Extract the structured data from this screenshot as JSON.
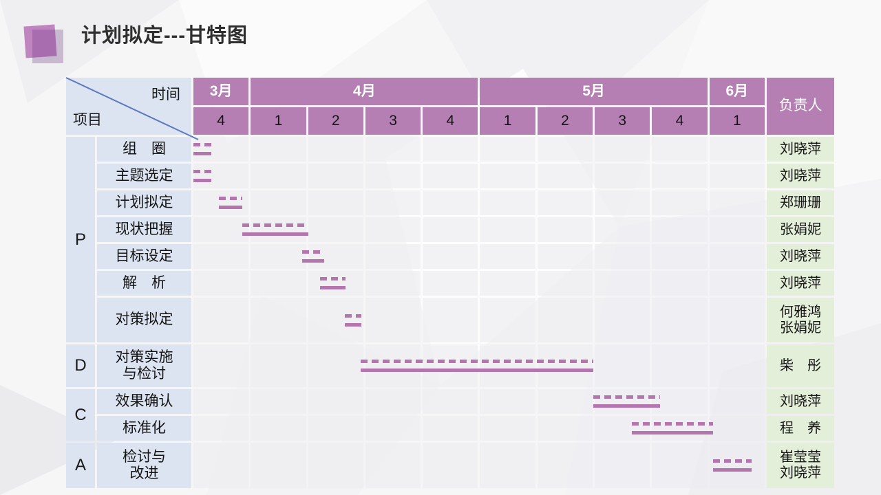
{
  "title": "计划拟定---甘特图",
  "colors": {
    "header_purple": "#b67fb3",
    "bar_purple": "#b475af",
    "label_blue": "#dce3f1",
    "owner_green": "#e4efda",
    "diagonal_line_blue": "#5b79c0",
    "title_text": "#2e2e2e"
  },
  "chart_data": {
    "type": "bar",
    "subtype": "gantt",
    "title": "计划拟定---甘特图",
    "corner": {
      "top": "时间",
      "bottom": "项目"
    },
    "owner_header": "负责人",
    "months": [
      {
        "label": "3月",
        "span": 1
      },
      {
        "label": "4月",
        "span": 4
      },
      {
        "label": "5月",
        "span": 4
      },
      {
        "label": "6月",
        "span": 1
      }
    ],
    "week_labels": [
      "4",
      "1",
      "2",
      "3",
      "4",
      "1",
      "2",
      "3",
      "4",
      "1"
    ],
    "phases": [
      {
        "label": "P",
        "rows": 7
      },
      {
        "label": "D",
        "rows": 1
      },
      {
        "label": "C",
        "rows": 2
      },
      {
        "label": "A",
        "rows": 1
      }
    ],
    "rows": [
      {
        "task": [
          "组　圈"
        ],
        "owner": [
          "刘晓萍"
        ],
        "start_week": 0,
        "end_week": 0.31
      },
      {
        "task": [
          "主题选定"
        ],
        "owner": [
          "刘晓萍"
        ],
        "start_week": 0,
        "end_week": 0.31
      },
      {
        "task": [
          "计划拟定"
        ],
        "owner": [
          "郑珊珊"
        ],
        "start_week": 0.45,
        "end_week": 0.85
      },
      {
        "task": [
          "现状把握"
        ],
        "owner": [
          "张娟妮"
        ],
        "start_week": 0.85,
        "end_week": 2.0
      },
      {
        "task": [
          "目标设定"
        ],
        "owner": [
          "刘晓萍"
        ],
        "start_week": 1.9,
        "end_week": 2.28
      },
      {
        "task": [
          "解　析"
        ],
        "owner": [
          "刘晓萍"
        ],
        "start_week": 2.21,
        "end_week": 2.65
      },
      {
        "task": [
          "对策拟定"
        ],
        "owner": [
          "何雅鸿",
          "张娟妮"
        ],
        "start_week": 2.64,
        "end_week": 2.93
      },
      {
        "task": [
          "对策实施",
          "与检讨"
        ],
        "owner": [
          "柴　彤"
        ],
        "start_week": 2.92,
        "end_week": 6.98
      },
      {
        "task": [
          "效果确认"
        ],
        "owner": [
          "刘晓萍"
        ],
        "start_week": 6.97,
        "end_week": 8.14
      },
      {
        "task": [
          "标准化"
        ],
        "owner": [
          "程　养"
        ],
        "start_week": 7.65,
        "end_week": 9.06
      },
      {
        "task": [
          "检讨与",
          "改进"
        ],
        "owner": [
          "崔莹莹",
          "刘晓萍"
        ],
        "start_week": 9.06,
        "end_week": 9.74
      }
    ],
    "bar_styles": [
      "plan-dashed-line",
      "actual-solid-line"
    ],
    "axis_note": "start_week/end_week in week-column units; 0 = left edge of 3月 week-4 column; 10 week columns total"
  }
}
